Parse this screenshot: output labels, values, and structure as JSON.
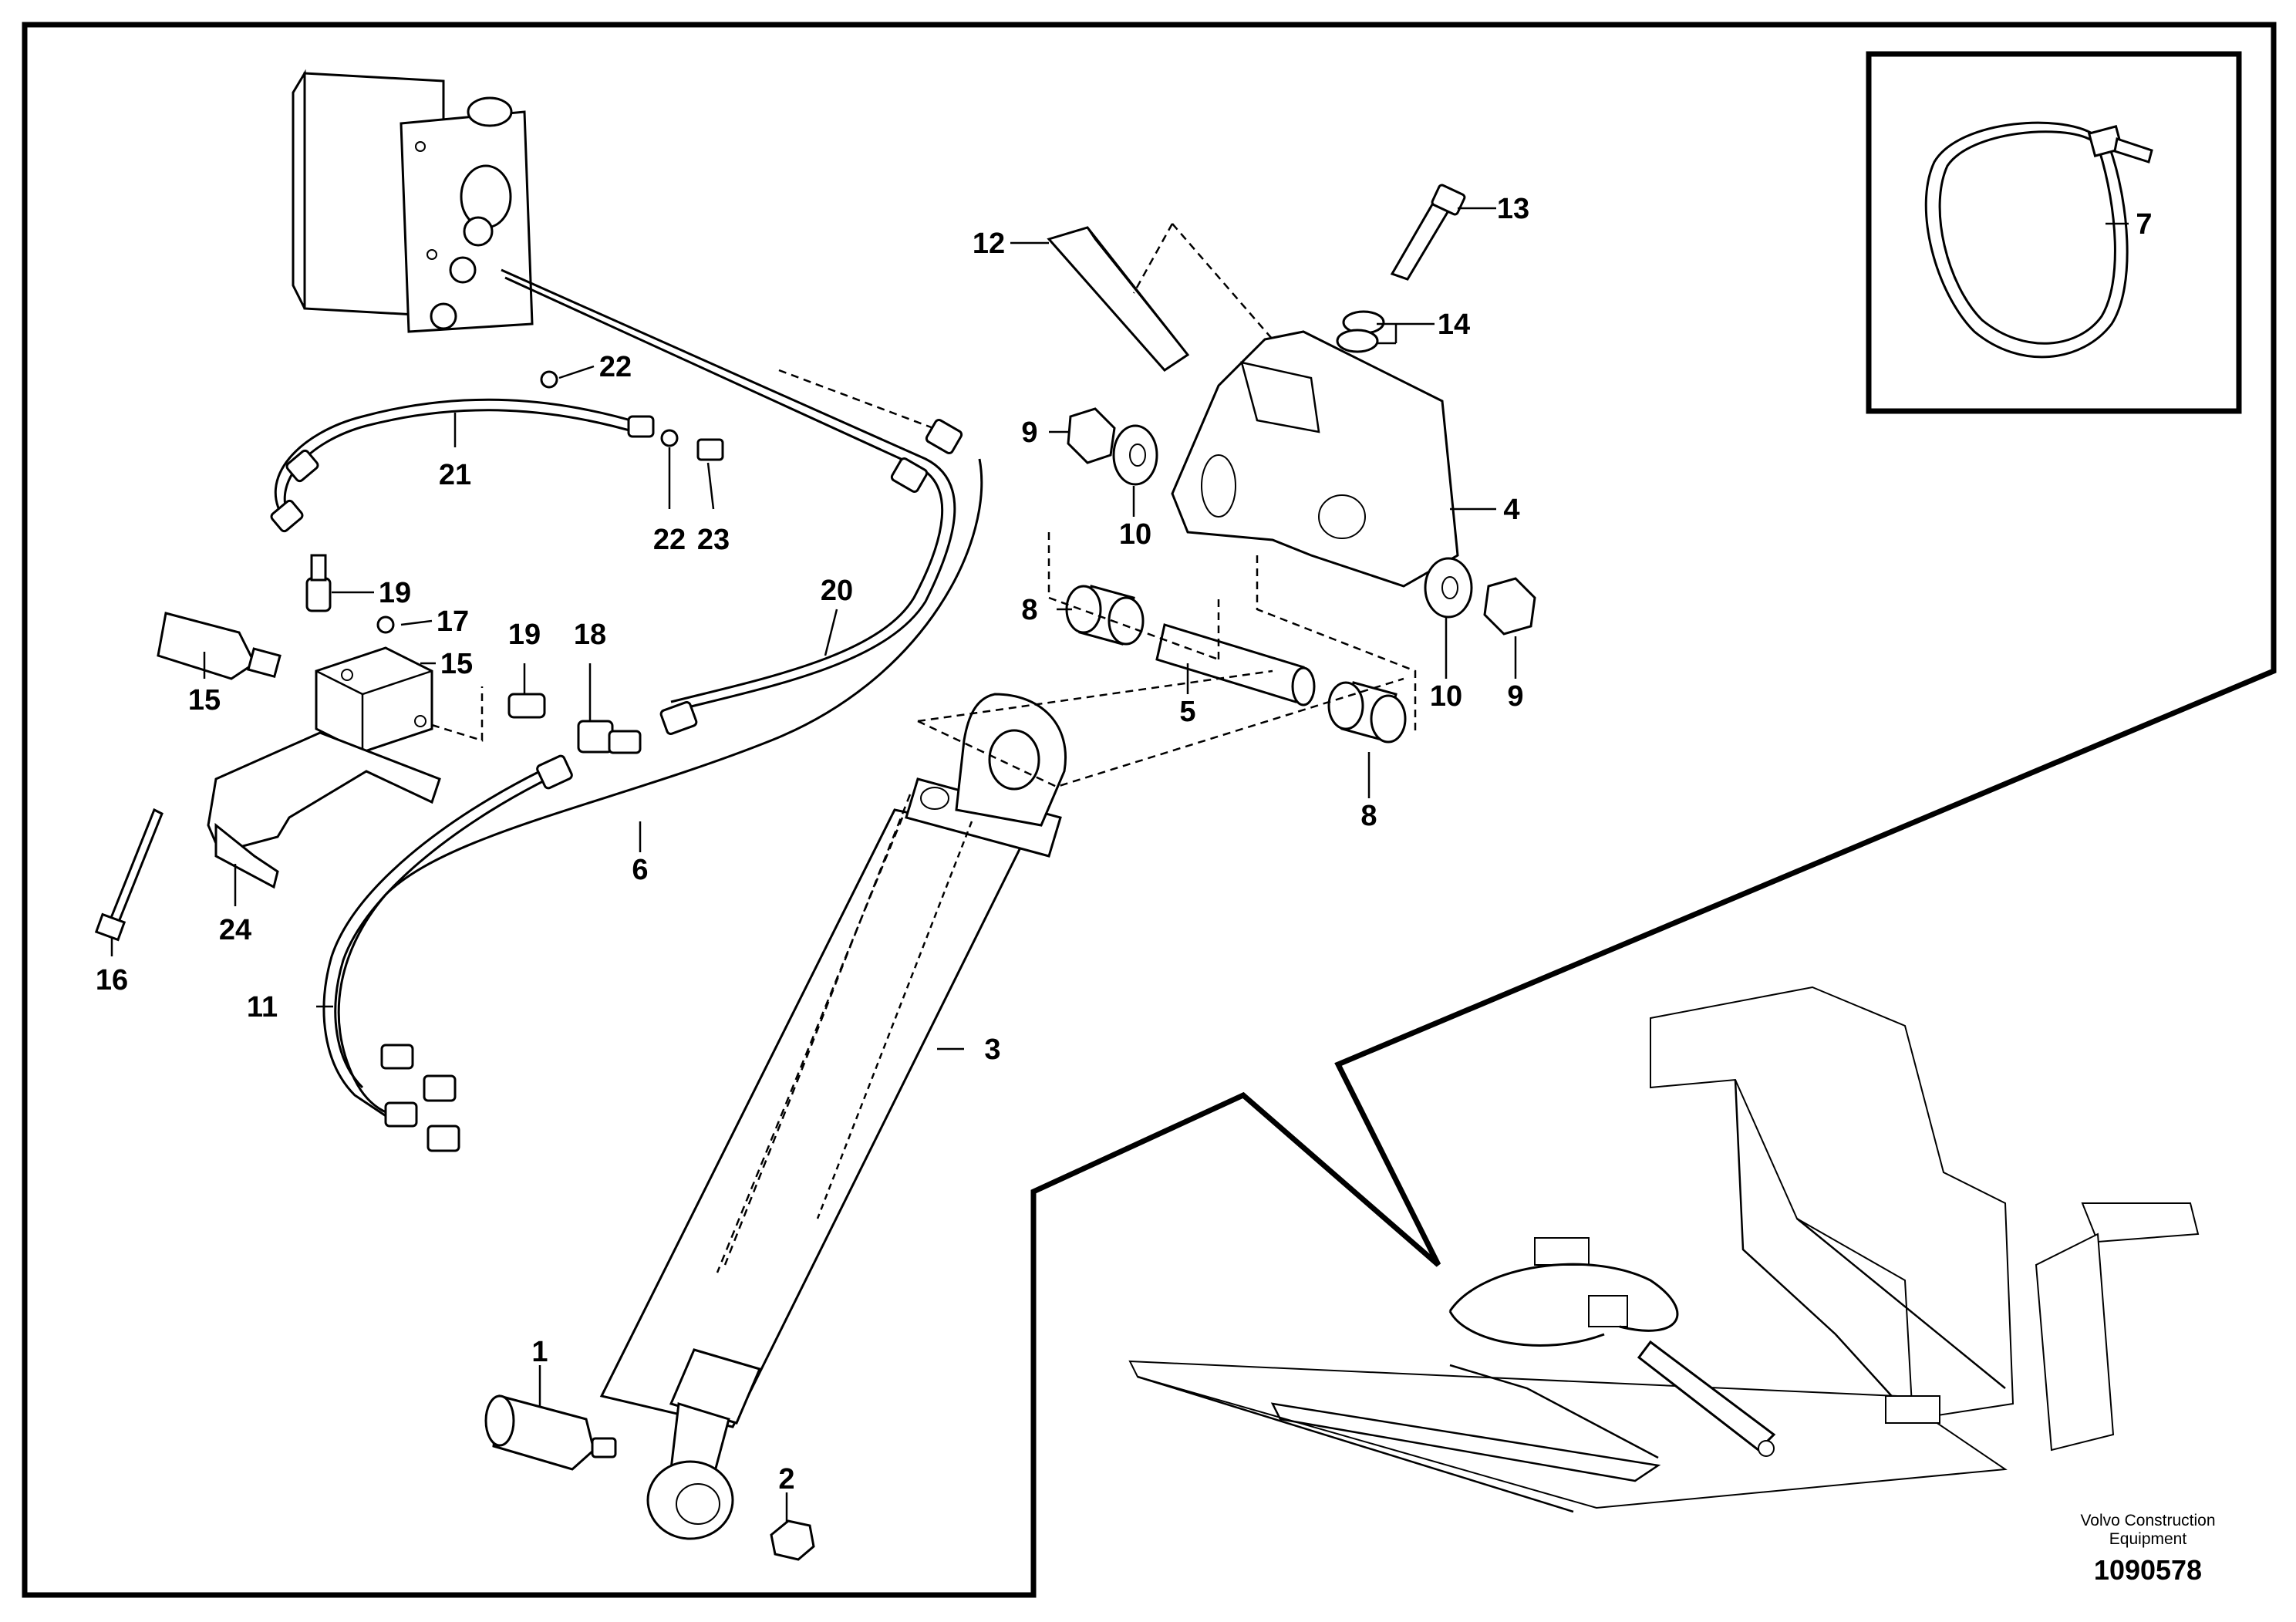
{
  "parts": [
    {
      "label": "1"
    },
    {
      "label": "2"
    },
    {
      "label": "3"
    },
    {
      "label": "4"
    },
    {
      "label": "5"
    },
    {
      "label": "6"
    },
    {
      "label": "7"
    },
    {
      "label": "8"
    },
    {
      "label": "8"
    },
    {
      "label": "9"
    },
    {
      "label": "9"
    },
    {
      "label": "10"
    },
    {
      "label": "10"
    },
    {
      "label": "11"
    },
    {
      "label": "12"
    },
    {
      "label": "13"
    },
    {
      "label": "14"
    },
    {
      "label": "15"
    },
    {
      "label": "15"
    },
    {
      "label": "16"
    },
    {
      "label": "17"
    },
    {
      "label": "18"
    },
    {
      "label": "19"
    },
    {
      "label": "19"
    },
    {
      "label": "20"
    },
    {
      "label": "21"
    },
    {
      "label": "22"
    },
    {
      "label": "22"
    },
    {
      "label": "23"
    },
    {
      "label": "24"
    }
  ],
  "brand": {
    "line1": "Volvo Construction",
    "line2": "Equipment"
  },
  "document_number": "1090578"
}
